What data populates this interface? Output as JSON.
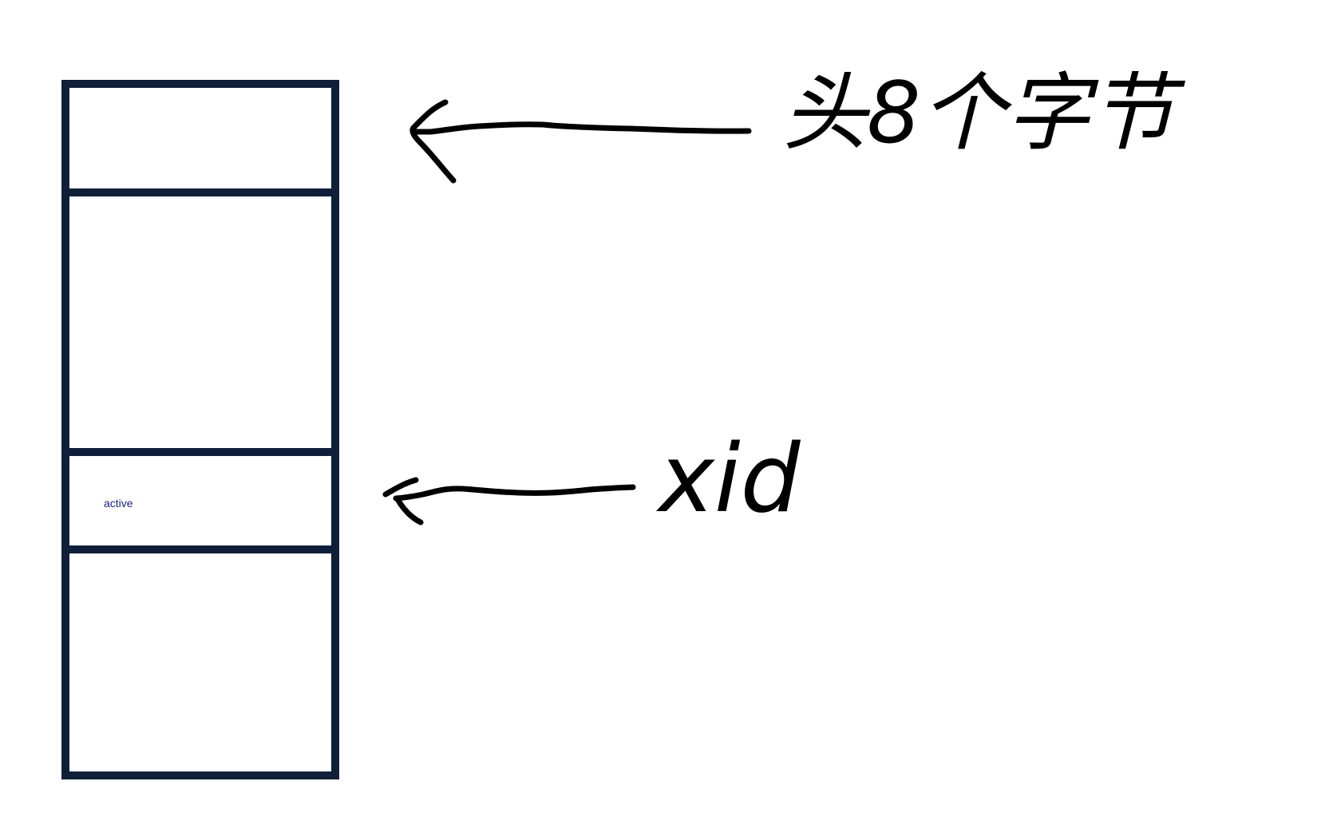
{
  "colors": {
    "box_border": "#0f1f3a",
    "label_text": "#1a237e",
    "ink": "#000000",
    "background": "#ffffff"
  },
  "stack": {
    "cells": [
      {
        "id": "cell-top",
        "label": ""
      },
      {
        "id": "cell-upper",
        "label": ""
      },
      {
        "id": "cell-active",
        "label": "active"
      },
      {
        "id": "cell-bottom",
        "label": ""
      }
    ]
  },
  "annotations": {
    "top": {
      "text": "头8个字节"
    },
    "active": {
      "text": "xid"
    }
  }
}
